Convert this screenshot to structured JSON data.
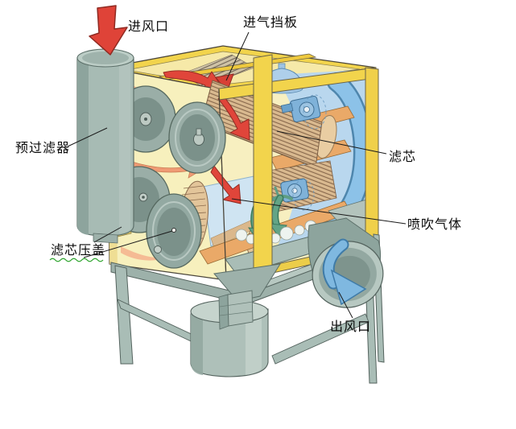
{
  "labels": [
    {
      "id": "air-inlet",
      "text": "进风口"
    },
    {
      "id": "intake-baffle",
      "text": "进气挡板"
    },
    {
      "id": "pre-filter",
      "text": "预过滤器"
    },
    {
      "id": "filter-cartridge",
      "text": "滤芯"
    },
    {
      "id": "pulse-jet-gas",
      "text": "喷吹气体"
    },
    {
      "id": "cartridge-cover",
      "text": "滤芯压盖"
    },
    {
      "id": "air-outlet",
      "text": "出风口"
    }
  ],
  "arrows": [
    {
      "name": "inlet-flow-arrow",
      "color": "#df4338"
    },
    {
      "name": "dirty-air-arrows",
      "color": "#e0453a"
    },
    {
      "name": "clean-air-arrow",
      "color": "#8cc2e8"
    },
    {
      "name": "pulse-jet-arrows",
      "color": "#63a486"
    },
    {
      "name": "outlet-flow-arrow",
      "color": "#7fb8e0"
    }
  ],
  "colors": {
    "cabinet_yellow": "#f2d44c",
    "panel_cream": "#f7f0bd",
    "metal_gray": "#a9bdb6",
    "cartridge_tan": "#d9b98f",
    "interior_blue": "#b9d7ee",
    "squiggle_green": "#2ea52e",
    "leader_line": "#1a1a1a",
    "background": "#ffffff"
  }
}
